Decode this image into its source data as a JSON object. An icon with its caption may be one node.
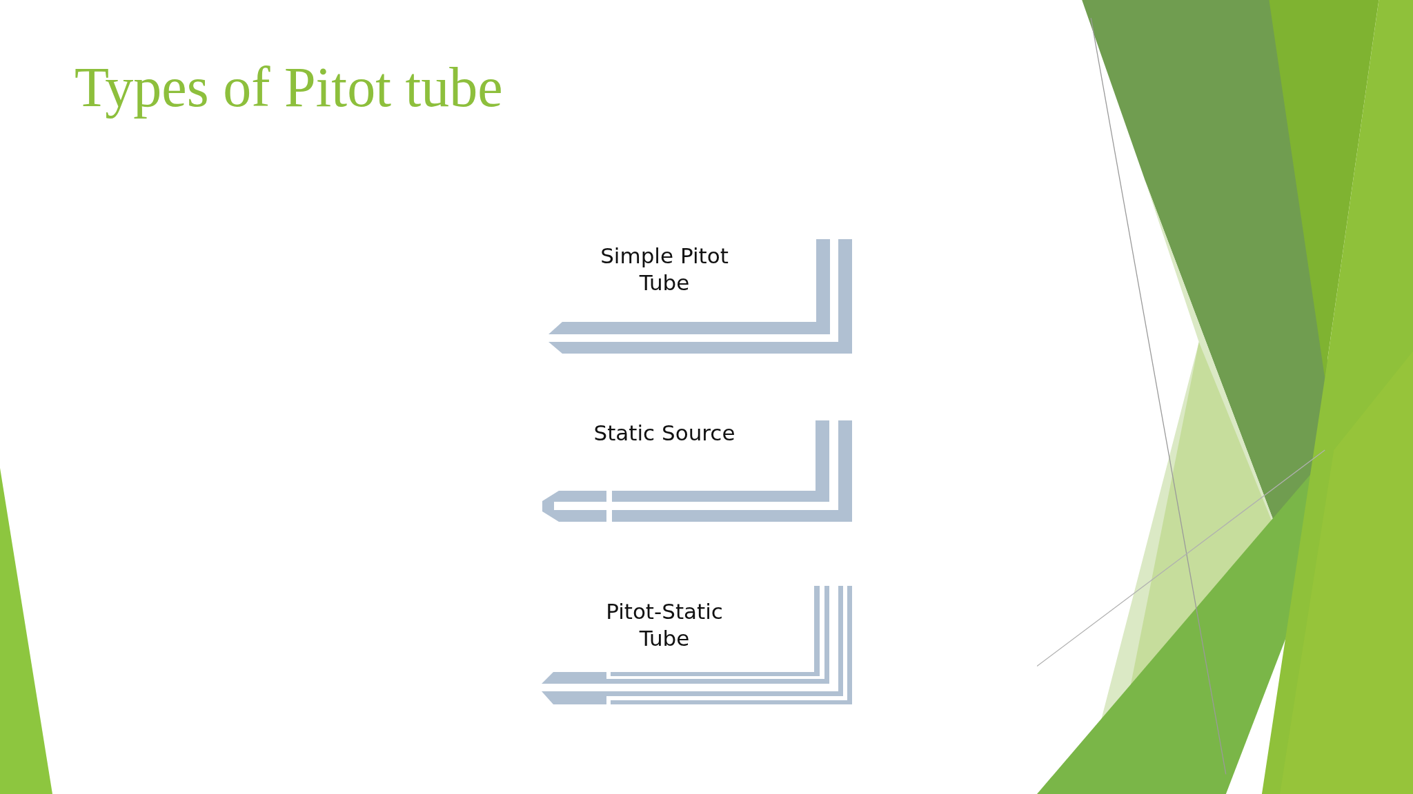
{
  "diagram": {
    "title": "Types of Pitot tube",
    "labels": [
      "Simple Pitot Tube",
      "Static Source",
      "Pitot-Static Tube"
    ]
  }
}
